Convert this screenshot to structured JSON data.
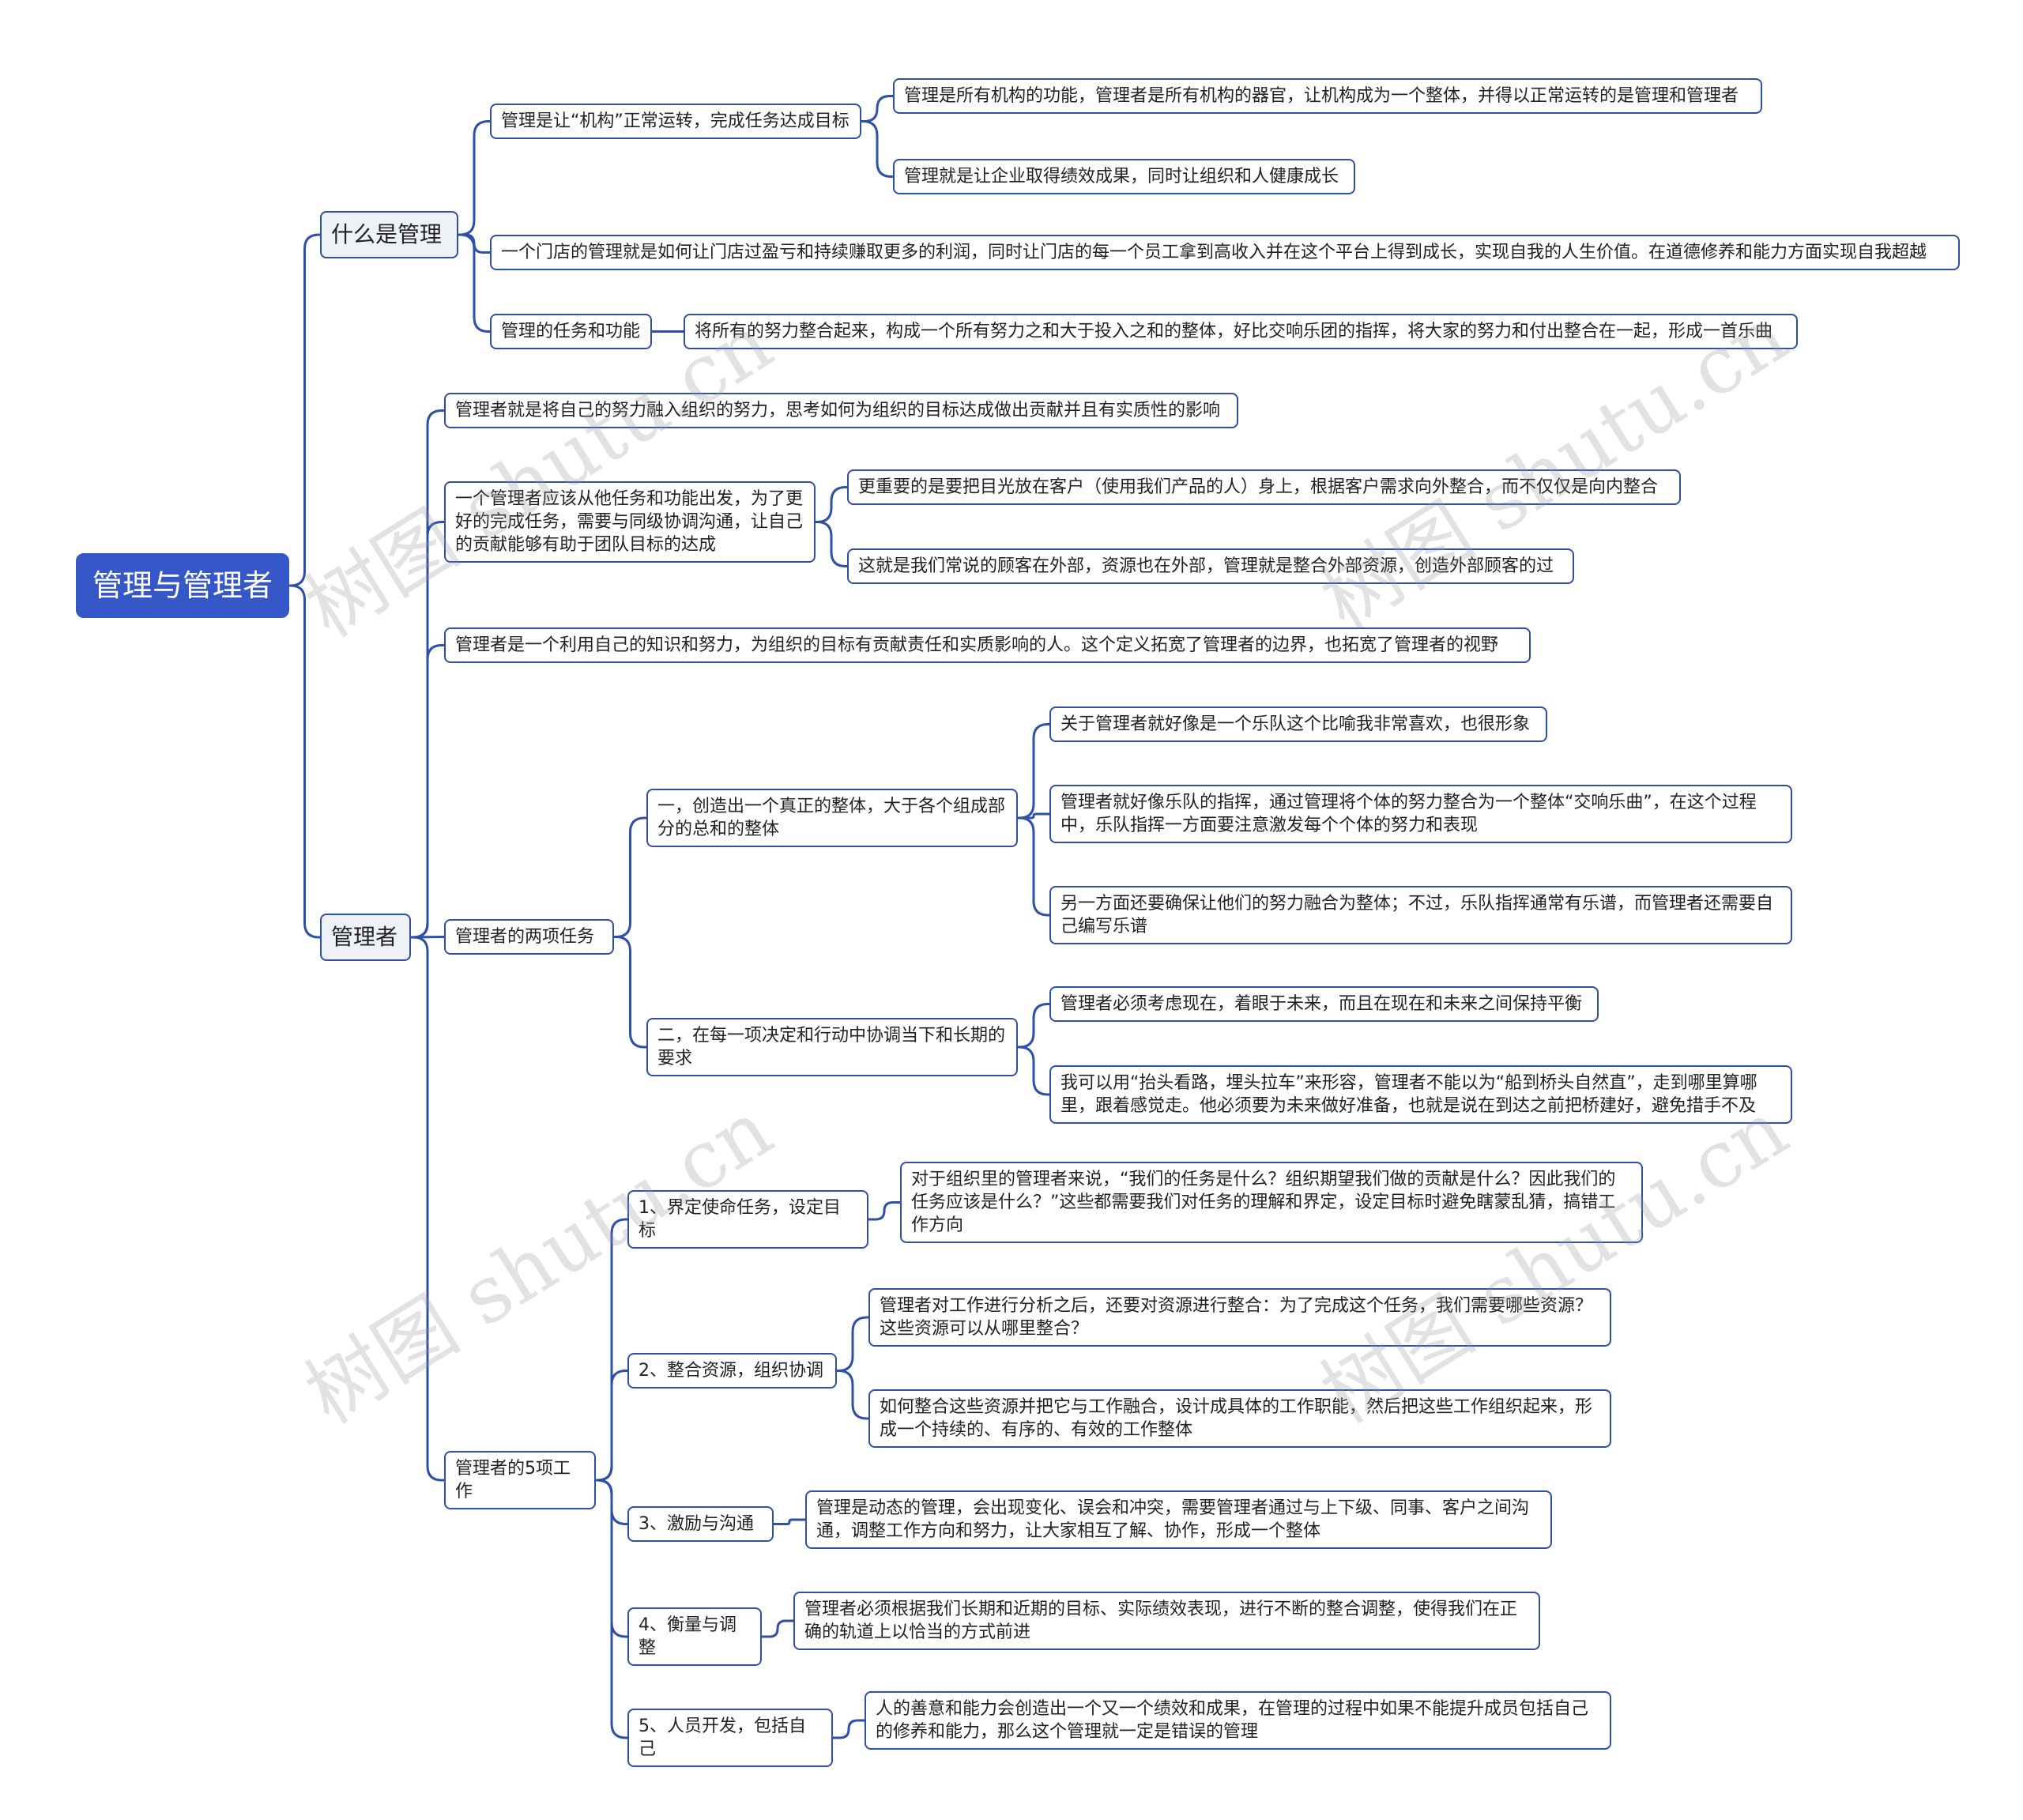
{
  "root": "管理与管理者",
  "branch1": {
    "title": "什么是管理",
    "n1": {
      "text": "管理是让“机构”正常运转，完成任务达成目标",
      "c1": "管理是所有机构的功能，管理者是所有机构的器官，让机构成为一个整体，并得以正常运转的是管理和管理者",
      "c2": "管理就是让企业取得绩效成果，同时让组织和人健康成长"
    },
    "n2": "一个门店的管理就是如何让门店过盈亏和持续赚取更多的利润，同时让门店的每一个员工拿到高收入并在这个平台上得到成长，实现自我的人生价值。在道德修养和能力方面实现自我超越",
    "n3": {
      "text": "管理的任务和功能",
      "c1": "将所有的努力整合起来，构成一个所有努力之和大于投入之和的整体，好比交响乐团的指挥，将大家的努力和付出整合在一起，形成一首乐曲"
    }
  },
  "branch2": {
    "title": "管理者",
    "m1": "管理者就是将自己的努力融入组织的努力，思考如何为组织的目标达成做出贡献并且有实质性的影响",
    "m2": {
      "text": "一个管理者应该从他任务和功能出发，为了更好的完成任务，需要与同级协调沟通，让自己的贡献能够有助于团队目标的达成",
      "c1": "更重要的是要把目光放在客户（使用我们产品的人）身上，根据客户需求向外整合，而不仅仅是向内整合",
      "c2": "这就是我们常说的顾客在外部，资源也在外部，管理就是整合外部资源，创造外部顾客的过"
    },
    "m3": "管理者是一个利用自己的知识和努力，为组织的目标有贡献责任和实质影响的人。这个定义拓宽了管理者的边界，也拓宽了管理者的视野",
    "m4": {
      "text": "管理者的两项任务",
      "t1": {
        "text": "一，创造出一个真正的整体，大于各个组成部分的总和的整体",
        "c1": "关于管理者就好像是一个乐队这个比喻我非常喜欢，也很形象",
        "c2": "管理者就好像乐队的指挥，通过管理将个体的努力整合为一个整体“交响乐曲”，在这个过程中，乐队指挥一方面要注意激发每个个体的努力和表现",
        "c3": "另一方面还要确保让他们的努力融合为整体；不过，乐队指挥通常有乐谱，而管理者还需要自己编写乐谱"
      },
      "t2": {
        "text": "二，在每一项决定和行动中协调当下和长期的要求",
        "c1": "管理者必须考虑现在，着眼于未来，而且在现在和未来之间保持平衡",
        "c2": "我可以用“抬头看路，埋头拉车”来形容，管理者不能以为“船到桥头自然直”，走到哪里算哪里，跟着感觉走。他必须要为未来做好准备，也就是说在到达之前把桥建好，避免措手不及"
      }
    },
    "m5": {
      "text": "管理者的5项工作",
      "w1": {
        "text": "1、界定使命任务，设定目标",
        "c1": "对于组织里的管理者来说，“我们的任务是什么？组织期望我们做的贡献是什么？因此我们的任务应该是什么？”这些都需要我们对任务的理解和界定，设定目标时避免瞎蒙乱猜，搞错工作方向"
      },
      "w2": {
        "text": "2、整合资源，组织协调",
        "c1": "管理者对工作进行分析之后，还要对资源进行整合：为了完成这个任务，我们需要哪些资源？这些资源可以从哪里整合？",
        "c2": "如何整合这些资源并把它与工作融合，设计成具体的工作职能，然后把这些工作组织起来，形成一个持续的、有序的、有效的工作整体"
      },
      "w3": {
        "text": "3、激励与沟通",
        "c1": "管理是动态的管理，会出现变化、误会和冲突，需要管理者通过与上下级、同事、客户之间沟通，调整工作方向和努力，让大家相互了解、协作，形成一个整体"
      },
      "w4": {
        "text": "4、衡量与调整",
        "c1": "管理者必须根据我们长期和近期的目标、实际绩效表现，进行不断的整合调整，使得我们在正确的轨道上以恰当的方式前进"
      },
      "w5": {
        "text": "5、人员开发，包括自己",
        "c1": "人的善意和能力会创造出一个又一个绩效和成果，在管理的过程中如果不能提升成员包括自己的修养和能力，那么这个管理就一定是错误的管理"
      }
    }
  },
  "watermark": "树图 shutu.cn",
  "colors": {
    "line": "#2f4fa8",
    "root_fill": "#3557c8",
    "l1_fill": "#eef1f6"
  }
}
